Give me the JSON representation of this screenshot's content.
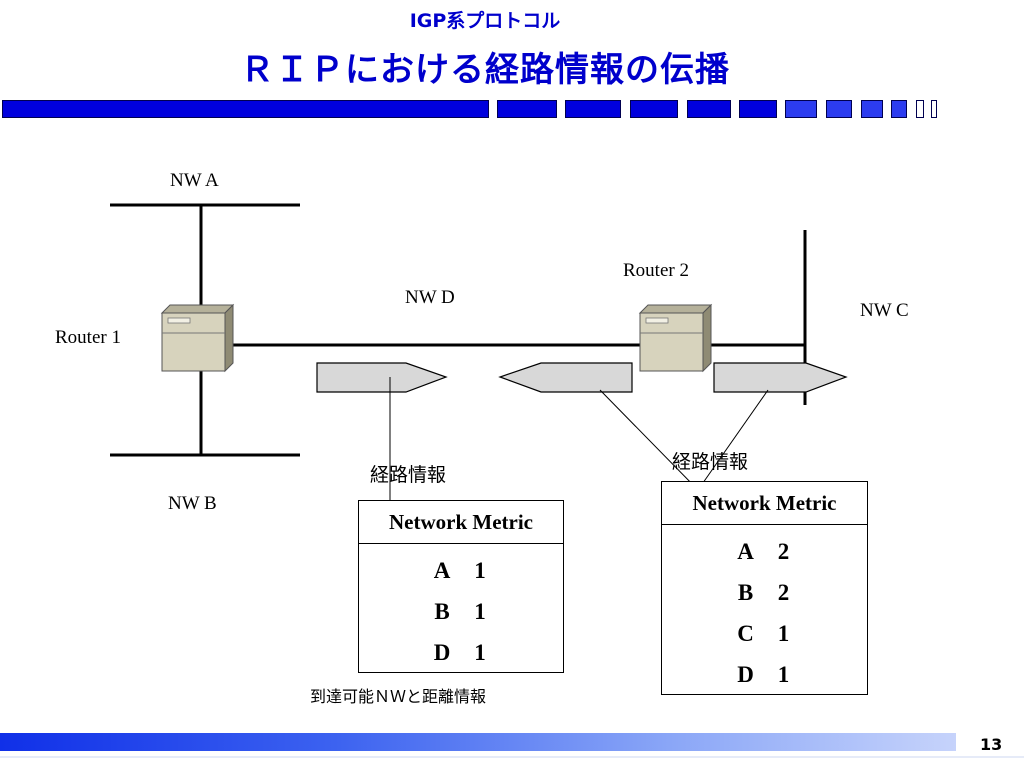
{
  "header": {
    "subtitle": "IGP系プロトコル",
    "title": "ＲＩＰにおける経路情報の伝播"
  },
  "networks": {
    "nw_a": "NW A",
    "nw_b": "NW B",
    "nw_c": "NW C",
    "nw_d": "NW D"
  },
  "routers": {
    "router1": "Router 1",
    "router2": "Router 2"
  },
  "callouts": {
    "route_info_left": "経路情報",
    "route_info_right": "経路情報",
    "caption": "到達可能ＮＷと距離情報"
  },
  "tables": {
    "left": {
      "header": "Network Metric",
      "rows": [
        {
          "network": "A",
          "metric": "1"
        },
        {
          "network": "B",
          "metric": "1"
        },
        {
          "network": "D",
          "metric": "1"
        }
      ]
    },
    "right": {
      "header": "Network Metric",
      "rows": [
        {
          "network": "A",
          "metric": "2"
        },
        {
          "network": "B",
          "metric": "2"
        },
        {
          "network": "C",
          "metric": "1"
        },
        {
          "network": "D",
          "metric": "1"
        }
      ]
    }
  },
  "footer": {
    "page_number": "13"
  },
  "colors": {
    "title_blue": "#0000cc",
    "bar_blue": "#0000dd",
    "packet_fill": "#d8d8d8",
    "router_fill": "#d7d3bd"
  },
  "icons": {
    "router": "server-box-icon",
    "packet_right": "arrow-right-packet-icon",
    "packet_left": "arrow-left-packet-icon"
  }
}
